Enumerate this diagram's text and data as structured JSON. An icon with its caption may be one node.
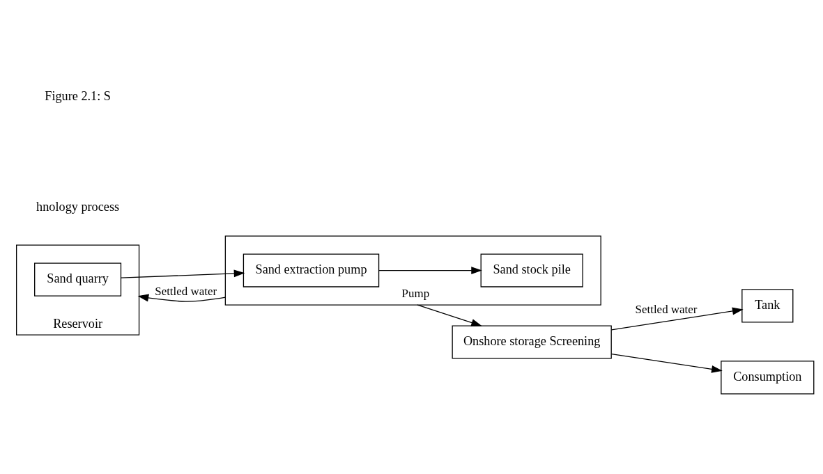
{
  "diagram": {
    "nodes": [
      {
        "text": [
          "Reservoir"
        ]
      },
      {
        "text": [
          "Sand quarry"
        ],
        "in": 0
      },
      {
        "text": [],
        "shape": "box"
      },
      {
        "text": [
          "Sand extraction pump"
        ],
        "in": 2
      },
      {
        "text": [
          "Sand stock pile"
        ],
        "in": 2
      },
      {
        "text": [
          "Tank"
        ]
      },
      {
        "text": [
          "Onshore storage Screening"
        ]
      },
      {
        "text": [
          "Consumption"
        ]
      }
    ],
    "edges": [
      {
        "from": 1,
        "to": 3,
        "arrow": "to"
      },
      {
        "from": 3,
        "to": 4,
        "arrow": "to"
      },
      {
        "from": 2,
        "to": 0,
        "arrow": "to",
        "label": "Settled water"
      },
      {
        "from": 2,
        "to": 6,
        "arrow": "to",
        "label": "Pump"
      },
      {
        "from": 6,
        "to": 5,
        "arrow": "to",
        "label": "Settled water"
      },
      {
        "from": 6,
        "to": 7,
        "arrow": "to"
      }
    ],
    "labels": [
      "Figure 2.1: S",
      "hnology process"
    ]
  }
}
